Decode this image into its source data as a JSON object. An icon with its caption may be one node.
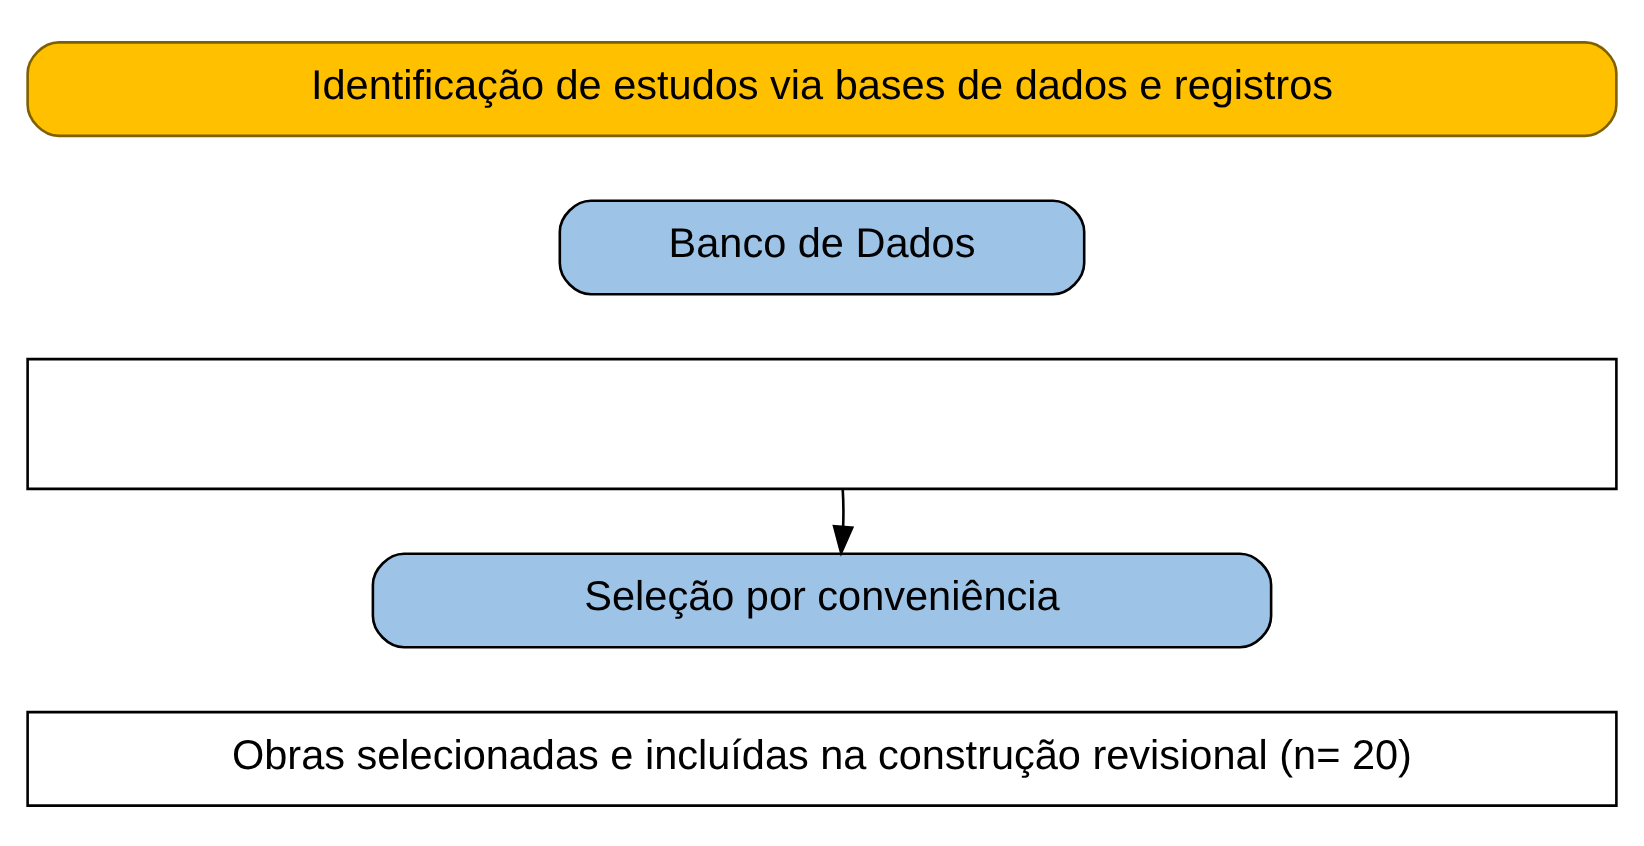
{
  "diagram": {
    "nodes": [
      {
        "text": [
          "Identificação de estudos via bases de dados e registros"
        ]
      },
      {
        "text": [
          "Banco de Dados"
        ]
      },
      {
        "text": [],
        "shape": "box"
      },
      {
        "text": [
          "Seleção por conveniência"
        ]
      },
      {
        "text": [
          "Obras selecionadas e incluídas na construção revisional (n= 20)"
        ]
      }
    ],
    "edges": [
      {
        "from": 2,
        "to": 3,
        "arrow": "to"
      }
    ]
  }
}
